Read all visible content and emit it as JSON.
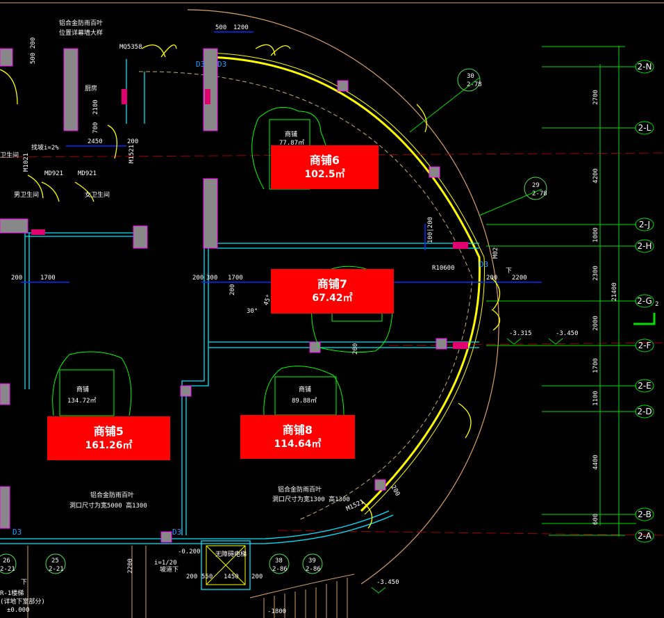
{
  "stores": [
    {
      "name": "商铺6",
      "area": "102.5㎡"
    },
    {
      "name": "商铺7",
      "area": "67.42㎡"
    },
    {
      "name": "商铺5",
      "area": "161.26㎡"
    },
    {
      "name": "商铺8",
      "area": "114.64㎡"
    }
  ],
  "original_labels": [
    {
      "name": "商铺",
      "area": "77.87㎡"
    },
    {
      "name": "商铺",
      "area": "134.72㎡"
    },
    {
      "name": "商铺",
      "area": "89.88㎡"
    }
  ],
  "axes": [
    "2-N",
    "2-L",
    "2-J",
    "2-H",
    "2-G",
    "2-F",
    "2-E",
    "2-D",
    "2-B",
    "2-A"
  ],
  "axis_dims": [
    "2700",
    "4200",
    "1000",
    "2300",
    "2000",
    "1700",
    "1100",
    "4400",
    "600"
  ],
  "total_dim": "21400",
  "axis_sub": "2",
  "rooms": {
    "kitchen": "厨房",
    "toilet_m": "男卫生间",
    "toilet_f": "女卫生间",
    "toilet_a": "卫生间",
    "slope": "找坡i=2%",
    "elevator": "无障碍电梯"
  },
  "doors": {
    "mq": "MQ5358",
    "md1": "MD921",
    "md2": "MD921",
    "m1021": "M1021",
    "m1521": "M1521",
    "m1521b": "M1521",
    "m02": "M02",
    "d3": "D3"
  },
  "notes": {
    "louver_top_1": "铝合金防雨百叶",
    "louver_top_2": "位置详幕墙大样",
    "louver_bot_1": "铝合金防雨百叶",
    "louver_bot_2": "洞口尺寸为宽5000 高1300",
    "louver_bot_3": "铝合金防雨百叶",
    "louver_bot_4": "洞口尺寸为宽1300 高1300",
    "slope": "i=1/20",
    "slope_dir": "坡道下",
    "stair_1": "R-1楼梯",
    "stair_2": "(详地下室部分)",
    "radius": "R10600",
    "angle1": "30°",
    "angle2": "45°",
    "down": "下"
  },
  "dims": {
    "d500": "500",
    "d1200": "1200",
    "d200a": "200",
    "d500b": "500",
    "d2450": "2450",
    "d200b": "200",
    "d700": "700",
    "d2100": "2100",
    "d1700a": "1700",
    "d200c": "200",
    "d200d": "200",
    "d300": "300",
    "d1700b": "1700",
    "d200e": "200",
    "d200f": "200",
    "d2200": "2200",
    "d1000": "100|200",
    "d2200b": "2200",
    "d200g": "200",
    "d550": "550",
    "d1450": "1450",
    "d200h": "200",
    "d200i": "200",
    "d200j": "200",
    "d1800": "-1800"
  },
  "levels": {
    "l1": "-3.315",
    "l2": "-3.450",
    "l3": "-3.450",
    "l4": "-0.200",
    "l5": "±0.000"
  },
  "details": [
    {
      "num": "30",
      "sheet": "2-78"
    },
    {
      "num": "29",
      "sheet": "2-78"
    },
    {
      "num": "26",
      "sheet": "2-21"
    },
    {
      "num": "25",
      "sheet": "2-21"
    },
    {
      "num": "38",
      "sheet": "2-86"
    },
    {
      "num": "39",
      "sheet": "2-86"
    }
  ]
}
